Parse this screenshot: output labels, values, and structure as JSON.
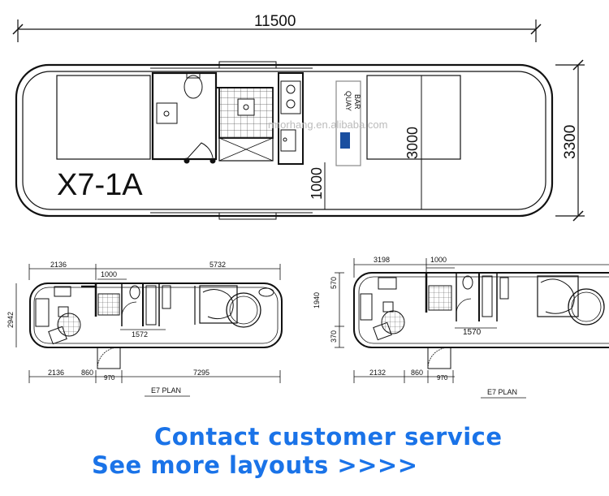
{
  "top_plan": {
    "model": "X7-1A",
    "overall_length": "11500",
    "overall_width": "3300",
    "inner_width": "3000",
    "aisle_width": "1000",
    "bar_label_1": "QUAY",
    "bar_label_2": "BAR",
    "watermark": "rmorhang.en.alibaba.com"
  },
  "plan_left": {
    "dims_top": [
      "2136",
      "1000",
      "5732"
    ],
    "height": "2942",
    "inner": "1572",
    "dims_bottom": [
      "2136",
      "860",
      "970",
      "7295"
    ],
    "caption": "E7 PLAN"
  },
  "plan_right": {
    "dims_top": [
      "3198",
      "1000"
    ],
    "left_dims": [
      "1940",
      "570",
      "370"
    ],
    "inner": "1570",
    "dims_bottom": [
      "2132",
      "860",
      "970"
    ],
    "caption": "E7 PLAN"
  },
  "cta": {
    "contact": "Contact customer service",
    "more": "See more layouts >>>>"
  },
  "colors": {
    "cta": "#1a73e8",
    "line": "#111111"
  }
}
